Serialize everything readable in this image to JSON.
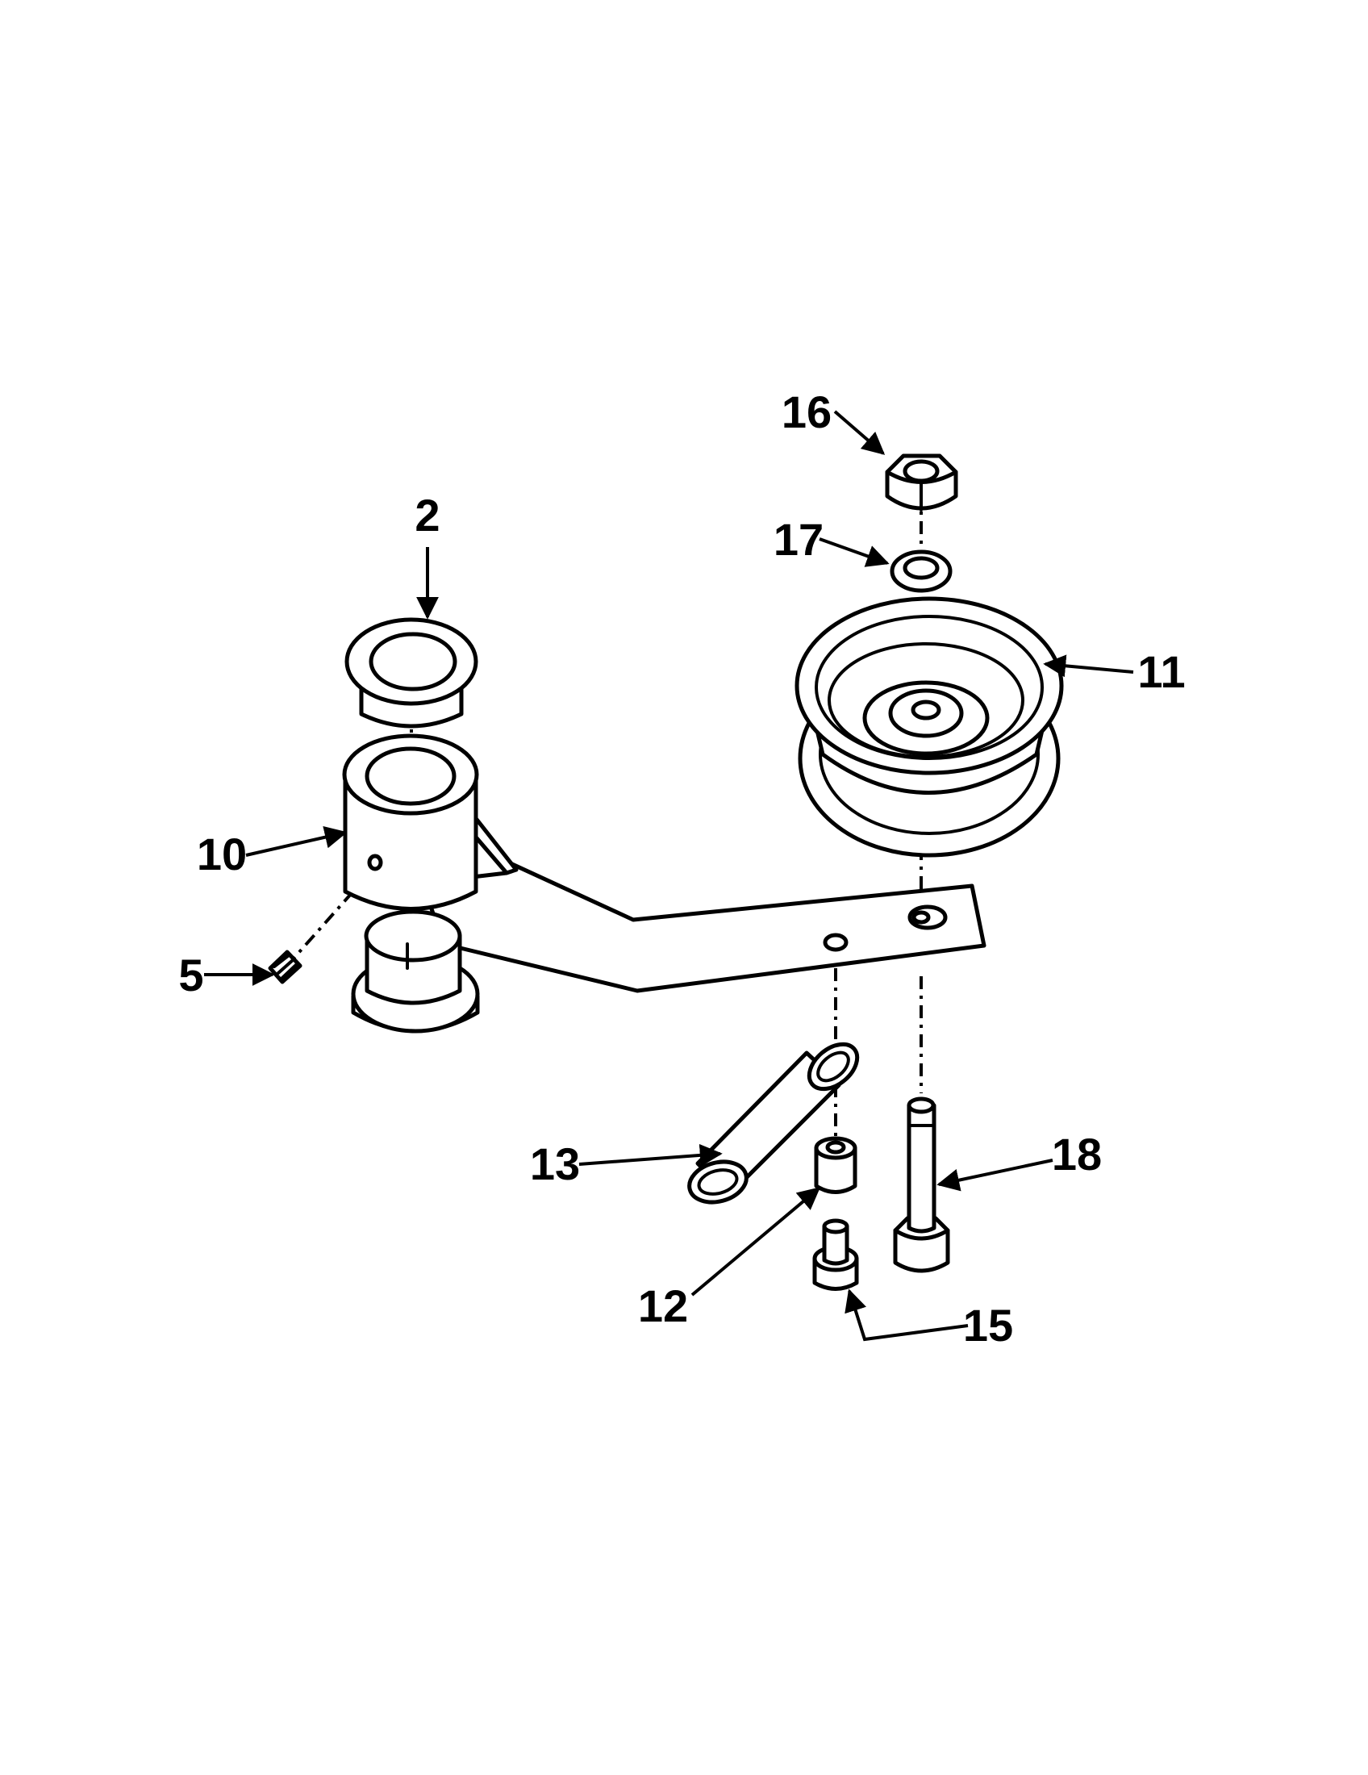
{
  "callouts": {
    "c2": "2",
    "c5": "5",
    "c10": "10",
    "c11": "11",
    "c12": "12",
    "c13": "13",
    "c15": "15",
    "c16": "16",
    "c17": "17",
    "c18": "18"
  }
}
